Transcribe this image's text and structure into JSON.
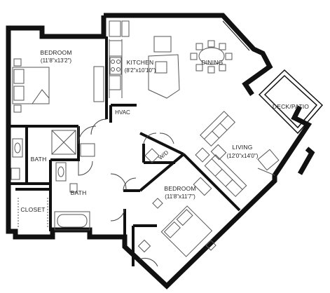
{
  "plan": {
    "colors": {
      "wall": "#111111",
      "line": "#333333",
      "fixture": "#555555",
      "background": "#ffffff"
    },
    "rooms": {
      "bedroom1": {
        "name": "BEDROOM",
        "dim": "(11'8\"x13'2\")"
      },
      "kitchen": {
        "name": "KITCHEN",
        "dim": "(8'2\"x10'10\")"
      },
      "dining": {
        "name": "DINING"
      },
      "hvac": {
        "name": "HVAC"
      },
      "deck": {
        "name": "DECK/PATIO"
      },
      "living": {
        "name": "LIVING",
        "dim": "(12'0\"x14'0\")"
      },
      "bath1": {
        "name": "BATH"
      },
      "bath2": {
        "name": "BATH"
      },
      "wd": {
        "name": "W/D"
      },
      "bedroom2": {
        "name": "BEDROOM",
        "dim": "(11'8\"x11'7\")"
      },
      "closet": {
        "name": "CLOSET"
      }
    }
  }
}
